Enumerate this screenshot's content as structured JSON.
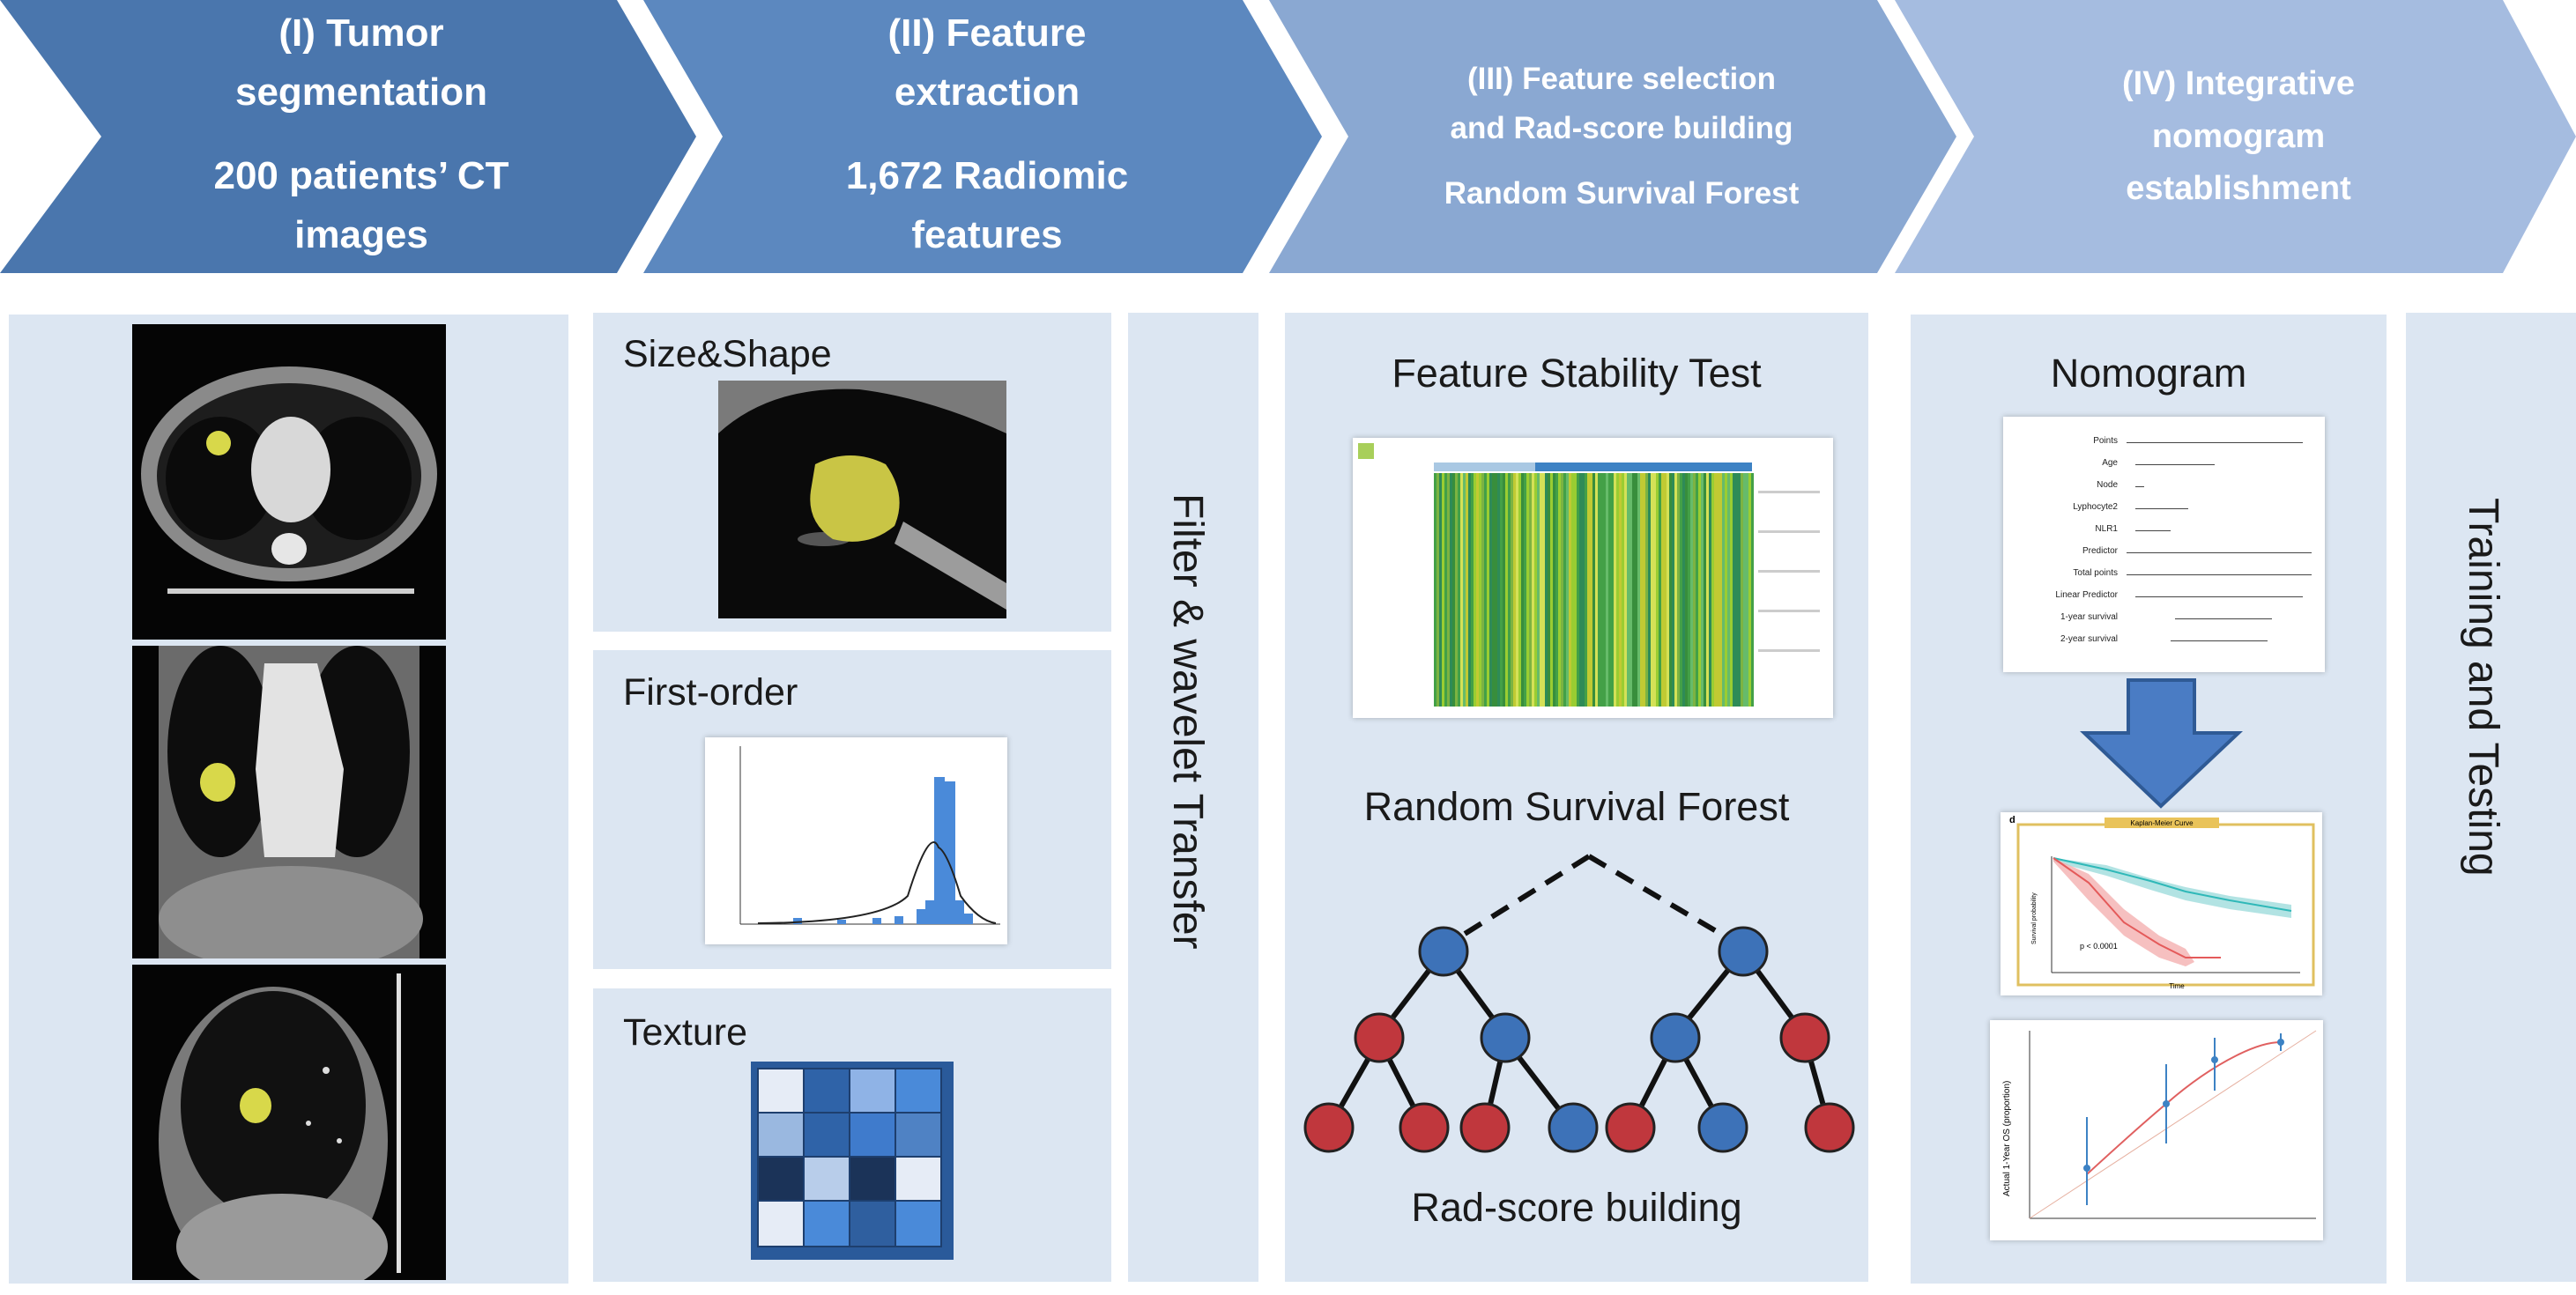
{
  "steps": [
    {
      "line1": "(I) Tumor",
      "line2": "segmentation",
      "line3": "200 patients’ CT",
      "line4": "images",
      "color": "#4a76ad"
    },
    {
      "line1": "(II) Feature",
      "line2": "extraction",
      "line3": "1,672 Radiomic",
      "line4": "features",
      "color": "#5c88bf"
    },
    {
      "line1": "(III) Feature selection",
      "line2": "and Rad-score building",
      "line3": "Random Survival Forest",
      "color": "#8aa8d2"
    },
    {
      "line1": "(IV) Integrative",
      "line2": "nomogram",
      "line3": "establishment",
      "color": "#a5bce0"
    }
  ],
  "features": {
    "size_shape": "Size&Shape",
    "first_order": "First-order",
    "texture": "Texture"
  },
  "filter_label": "Filter & wavelet Transfer",
  "selection": {
    "stability_title": "Feature Stability Test",
    "forest_title": "Random Survival Forest",
    "radscore_title": "Rad-score building"
  },
  "nomogram": {
    "title": "Nomogram",
    "rows": [
      "Points",
      "Age",
      "Node",
      "Lyphocyte2",
      "NLR1",
      "Predictor",
      "Total points",
      "Linear Predictor",
      "1-year survival",
      "2-year survival"
    ],
    "km_panel_letter": "d",
    "km_title": "Kaplan-Meier Curve",
    "km_pvalue": "p < 0.0001",
    "km_xlabel": "Time",
    "km_ylabel": "Survival probability",
    "calib_ylabel": "Actual 1-Year OS (proportion)"
  },
  "training_label": "Training and Testing",
  "colors": {
    "panel_bg": "#dce6f2",
    "node_blue": "#3d72b8",
    "node_red": "#c0373d",
    "tumor": "#d8d84a"
  }
}
